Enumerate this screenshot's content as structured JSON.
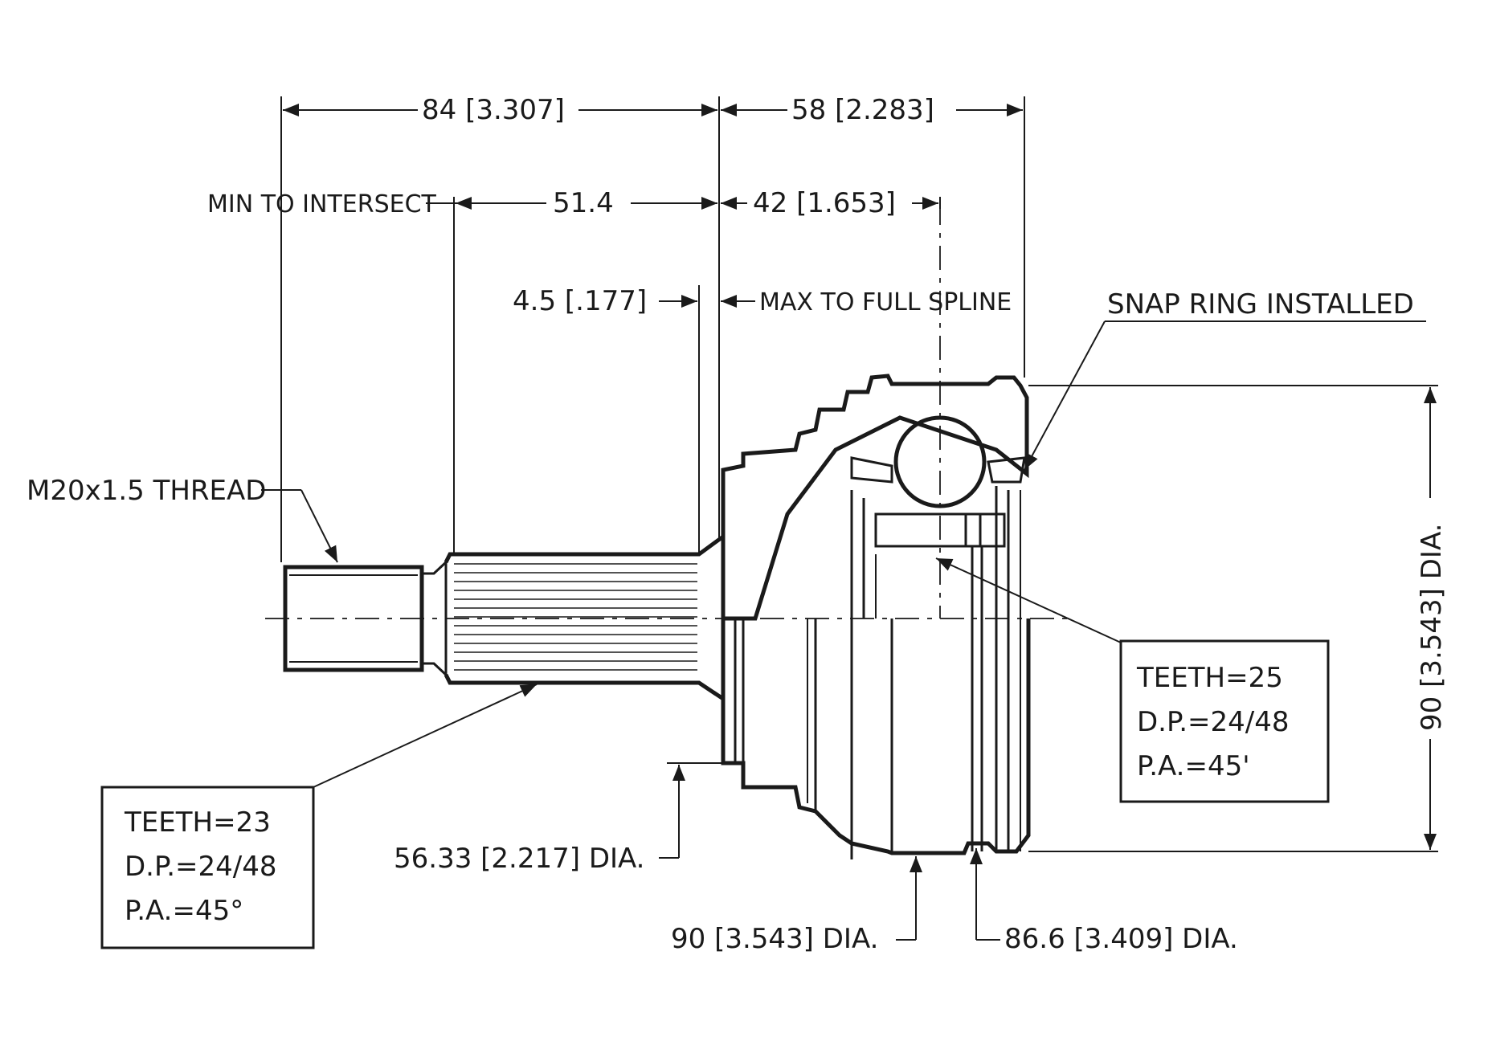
{
  "dimensions": {
    "overall_shaft": "84 [3.307]",
    "housing_length": "58 [2.283]",
    "min_to_intersect": "MIN TO INTERSECT",
    "spline_length": "51.4",
    "center_offset": "42 [1.653]",
    "shoulder": "4.5 [.177]",
    "max_full_spline": "MAX TO FULL SPLINE",
    "outer_diameter_right": "90 [3.543] DIA.",
    "neck_diameter": "56.33 [2.217] DIA.",
    "body_diameter": "90 [3.543] DIA.",
    "groove_diameter": "86.6 [3.409] DIA."
  },
  "callouts": {
    "thread": "M20x1.5 THREAD",
    "snap_ring": "SNAP RING INSTALLED"
  },
  "spline_outer": {
    "teeth": "TEETH=23",
    "dp": "D.P.=24/48",
    "pa": "P.A.=45°"
  },
  "spline_inner": {
    "teeth": "TEETH=25",
    "dp": "D.P.=24/48",
    "pa": "P.A.=45'"
  }
}
